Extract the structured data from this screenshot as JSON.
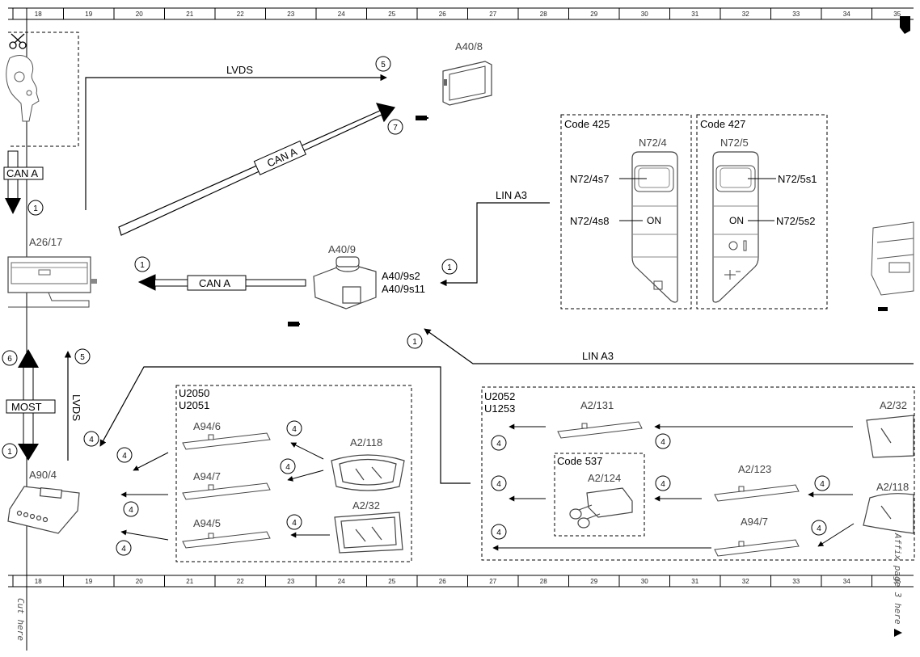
{
  "ruler": {
    "top_numbers": [
      "18",
      "19",
      "20",
      "21",
      "22",
      "23",
      "24",
      "25",
      "26",
      "27",
      "28",
      "29",
      "30",
      "31",
      "32",
      "33",
      "34",
      "35"
    ],
    "bottom_numbers": [
      "18",
      "19",
      "20",
      "21",
      "22",
      "23",
      "24",
      "25",
      "26",
      "27",
      "28",
      "29",
      "30",
      "31",
      "32",
      "33",
      "34",
      "35"
    ]
  },
  "components": {
    "a26_17": "A26/17",
    "a40_8": "A40/8",
    "a40_9": "A40/9",
    "a40_9s2": "A40/9s2",
    "a40_9s11": "A40/9s11",
    "a90_4": "A90/4",
    "n72_4": "N72/4",
    "n72_4s7": "N72/4s7",
    "n72_4s8": "N72/4s8",
    "n72_5": "N72/5",
    "n72_5s1": "N72/5s1",
    "n72_5s2": "N72/5s2",
    "a94_6": "A94/6",
    "a94_7": "A94/7",
    "a94_5": "A94/5",
    "a2_118": "A2/118",
    "a2_32": "A2/32",
    "a2_131": "A2/131",
    "a2_32_right": "A2/32",
    "a2_124": "A2/124",
    "a2_123": "A2/123",
    "a2_118_right": "A2/118",
    "a94_7_right": "A94/7"
  },
  "groups": {
    "code_425": "Code 425",
    "code_427": "Code 427",
    "code_537": "Code 537",
    "u2050": "U2050",
    "u2051": "U2051",
    "u2052": "U2052",
    "u1253": "U1253"
  },
  "bus": {
    "lvds_top": "LVDS",
    "lvds_vertical": "LVDS",
    "can_a_diag": "CAN A",
    "can_a_left": "CAN A",
    "can_a_mid": "CAN A",
    "most": "MOST",
    "lin_a3_top": "LIN A3",
    "lin_a3_bottom": "LIN A3"
  },
  "switch_labels": {
    "on_left": "ON",
    "on_right": "ON"
  },
  "callouts": {
    "c1": "1",
    "c4": "4",
    "c5": "5",
    "c6": "6",
    "c7": "7"
  },
  "margin_text": {
    "cut_here": "Cut here",
    "affix_page": "Affix page 3 here"
  },
  "colors": {
    "line": "#000000",
    "drawing_gray": "#555555",
    "label_gray": "#444444",
    "background": "#ffffff"
  },
  "icons": [
    "scissors-icon",
    "pointer-hand-icon",
    "pencil-icon",
    "arrow-down-icon"
  ]
}
